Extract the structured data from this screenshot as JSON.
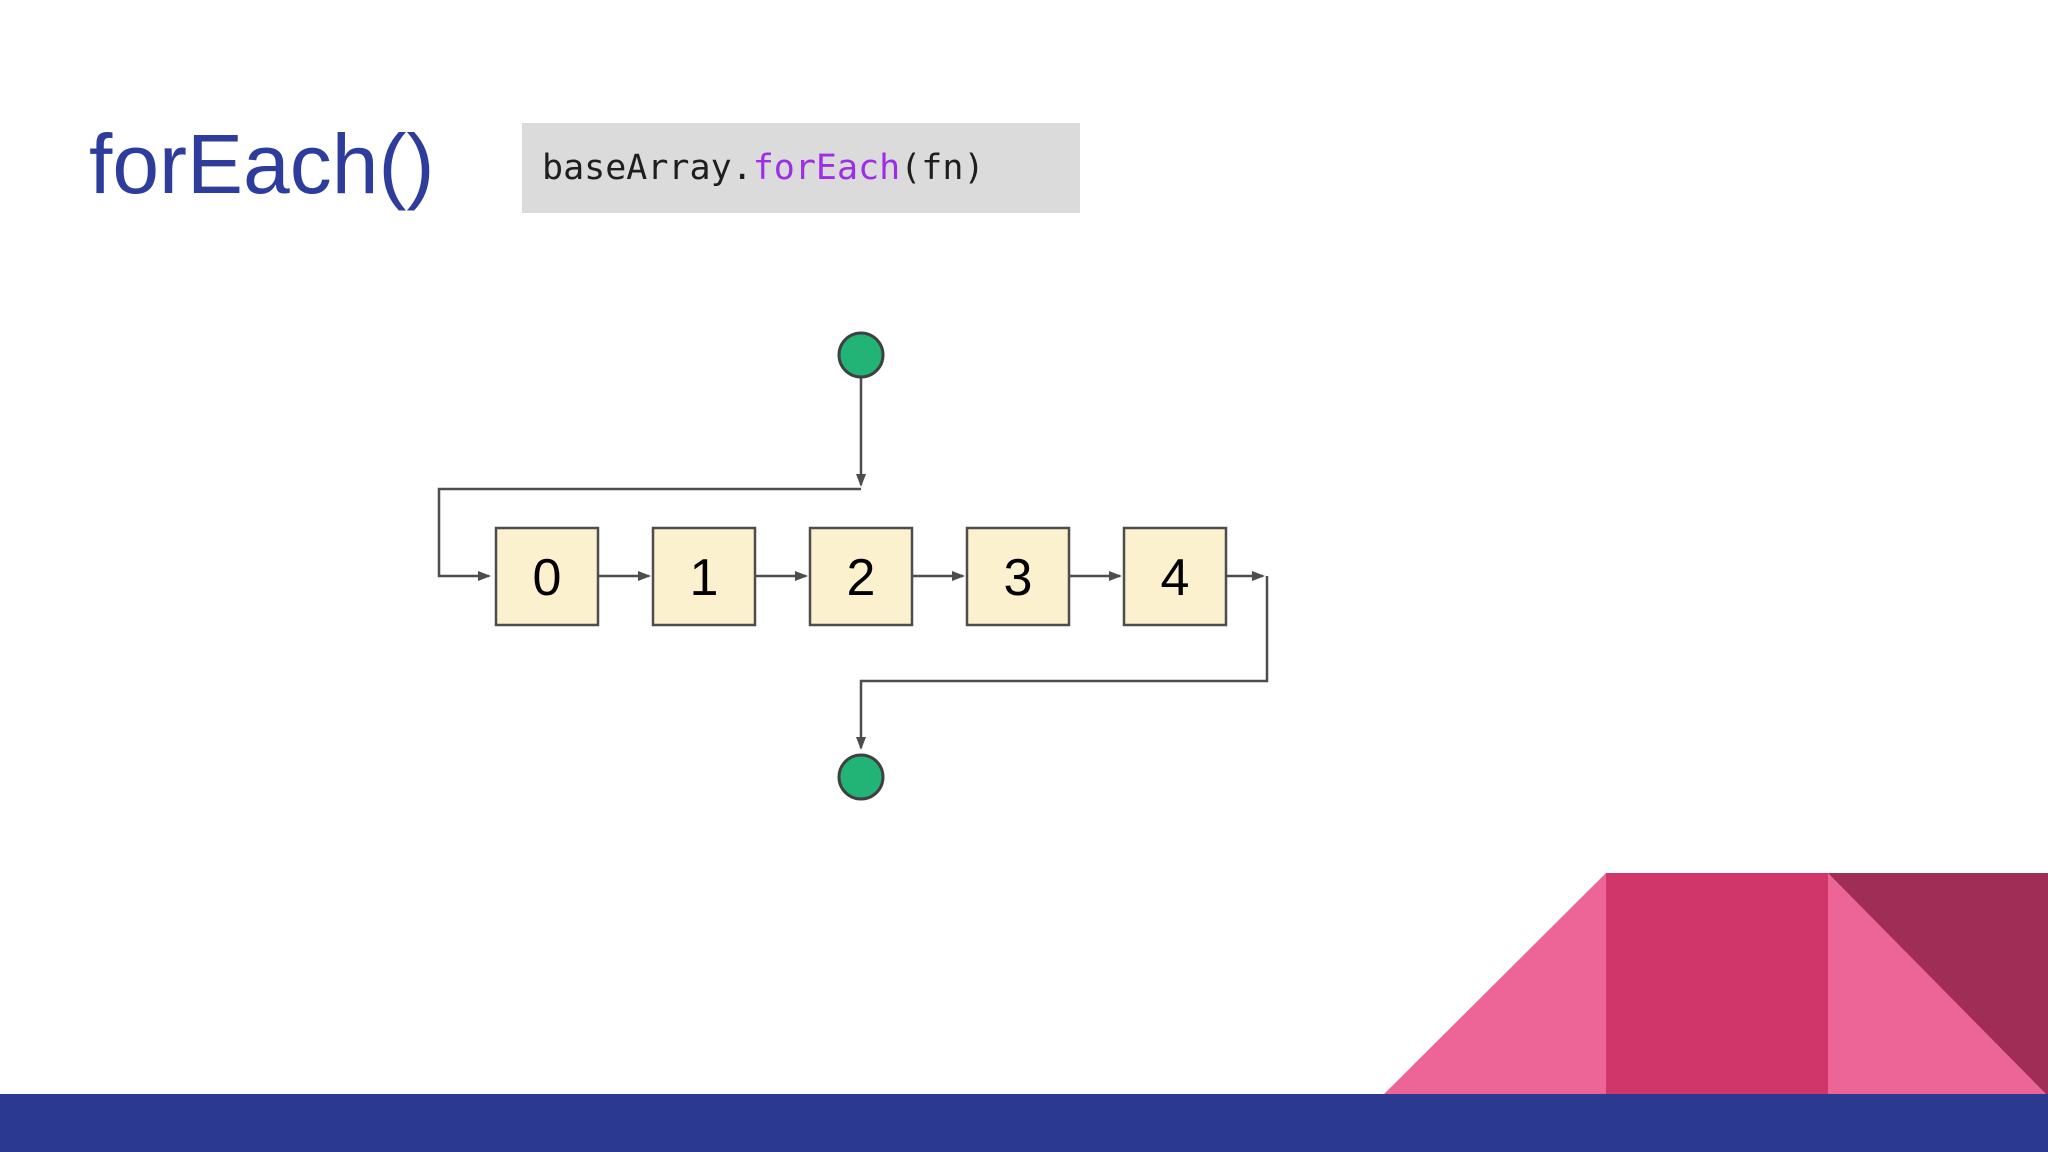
{
  "slide": {
    "title": "forEach()"
  },
  "code": {
    "object_part": "baseArray.",
    "method_part": "forEach",
    "args_part": "(fn)",
    "full_text": "baseArray.forEach(fn)"
  },
  "diagram": {
    "type": "flowchart",
    "start_node": "start-circle",
    "end_node": "end-circle",
    "box_labels": [
      "0",
      "1",
      "2",
      "3",
      "4"
    ]
  },
  "decor": {
    "shapes": [
      "pink-triangle-left",
      "dark-pink-rectangle",
      "pink-triangle-right",
      "maroon-triangle",
      "footer-bar"
    ]
  },
  "colors": {
    "title_blue": "#2E3C9C",
    "code_bg": "#DBDBDB",
    "code_text": "#1E1E1E",
    "code_method_purple": "#9D2EE8",
    "box_fill": "#FBF1CE",
    "stroke_gray": "#4D4D4D",
    "node_green": "#22B376",
    "node_stroke": "#404040",
    "pink": "#EC6596",
    "dark_pink": "#D1366B",
    "maroon": "#9F2D55",
    "footer_blue": "#2B3990"
  }
}
